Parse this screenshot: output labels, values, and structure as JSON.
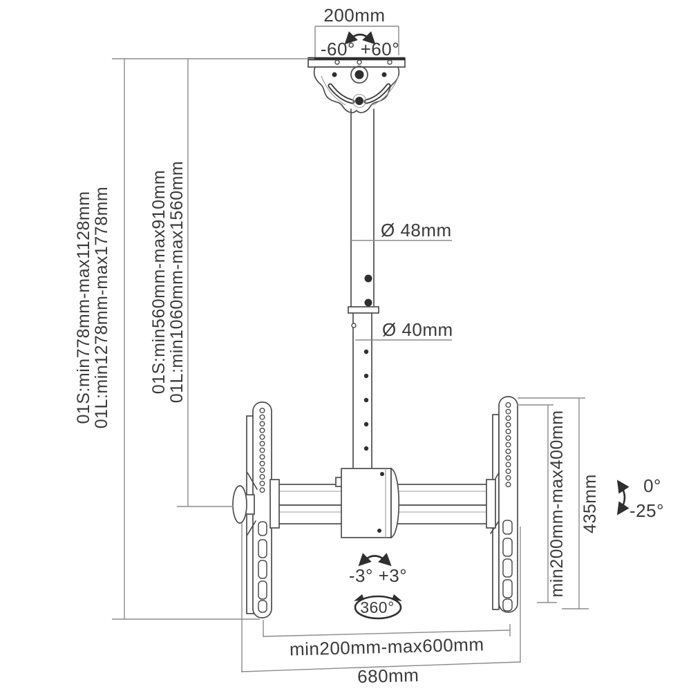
{
  "diagram": {
    "kind": "technical-drawing",
    "subject": "TV ceiling mount bracket with dimensions",
    "background": "#ffffff",
    "line_color": "#4c4c4c",
    "text_color": "#3a3a3a"
  },
  "labels": {
    "ceiling_plate_width": "200mm",
    "swivel_range_top": "-60° +60°",
    "upper_pole_diameter": "Ø 48mm",
    "lower_pole_diameter": "Ø 40mm",
    "total_height_short": "01S:min778mm-max1128mm",
    "total_height_long": "01L:min1278mm-max1778mm",
    "pole_height_short": "01S:min560mm-max910mm",
    "pole_height_long": "01L:min1060mm-max1560mm",
    "vesa_height_range": "min200mm-max400mm",
    "bracket_height": "435mm",
    "tilt_up": "0°",
    "tilt_down": "-25°",
    "level_adjust_range": "-3° +3°",
    "rotation_range": "360°",
    "vesa_width_range": "min200mm-max600mm",
    "bracket_width": "680mm"
  }
}
